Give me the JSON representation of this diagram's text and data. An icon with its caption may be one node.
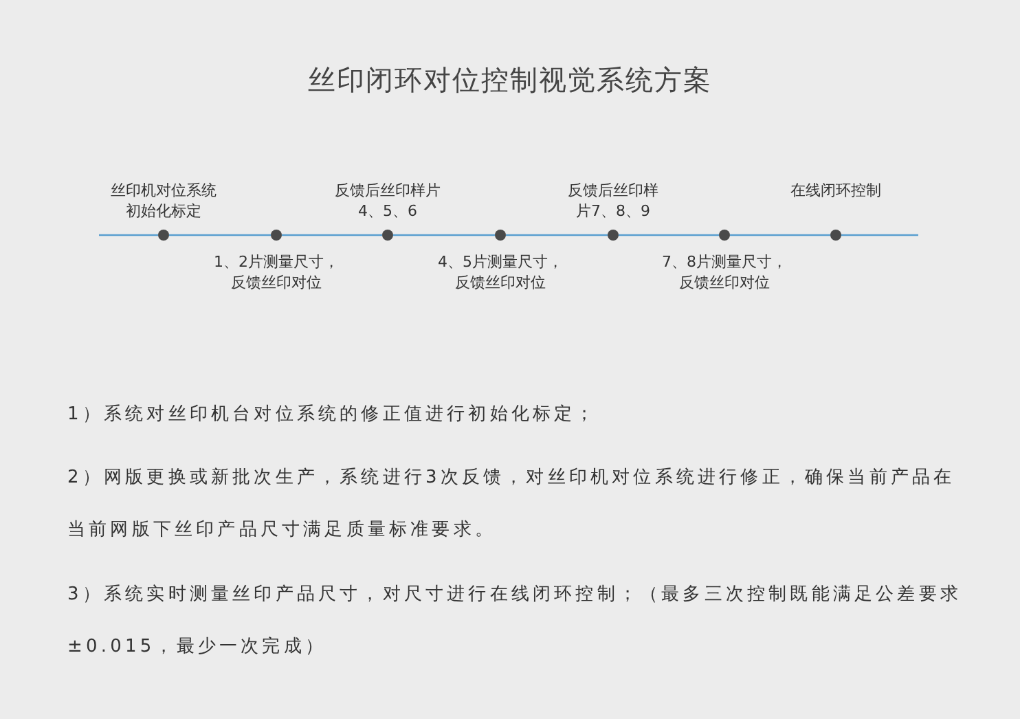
{
  "diagram": {
    "title": "丝印闭环对位控制视觉系统方案",
    "nodes": [
      {
        "text": [],
        "shape": "circle",
        "beside": [
          "丝印机对位系统初始化标定"
        ]
      },
      {
        "text": [],
        "shape": "circle",
        "beside": [
          "1、2片测量尺寸，反馈丝印对位"
        ]
      },
      {
        "text": [],
        "shape": "circle",
        "beside": [
          "反馈后丝印样片4、5、6"
        ]
      },
      {
        "text": [],
        "shape": "circle",
        "beside": [
          "4、5片测量尺寸，反馈丝印对位"
        ]
      },
      {
        "text": [],
        "shape": "circle",
        "beside": [
          "反馈后丝印样片7、8、9"
        ]
      },
      {
        "text": [],
        "shape": "circle",
        "beside": [
          "7、8片测量尺寸，反馈丝印对位"
        ]
      },
      {
        "text": [],
        "shape": "circle",
        "beside": [
          "在线闭环控制"
        ]
      }
    ],
    "edges": [
      {
        "from": 0,
        "to": 1,
        "arrow": "none"
      },
      {
        "from": 1,
        "to": 2,
        "arrow": "none"
      },
      {
        "from": 2,
        "to": 3,
        "arrow": "none"
      },
      {
        "from": 3,
        "to": 4,
        "arrow": "none"
      },
      {
        "from": 4,
        "to": 5,
        "arrow": "none"
      },
      {
        "from": 5,
        "to": 6,
        "arrow": "none"
      }
    ],
    "labels": [
      "1）系统对丝印机台对位系统的修正值进行初始化标定；",
      "2）网版更换或新批次生产，系统进行3次反馈，对丝印机对位系统进行修正，确保当前产品在当前网版下丝印产品尺寸满足质量标准要求。",
      "3）系统实时测量丝印产品尺寸，对尺寸进行在线闭环控制；（最多三次控制既能满足公差要求±0.015，最少一次完成）"
    ]
  }
}
